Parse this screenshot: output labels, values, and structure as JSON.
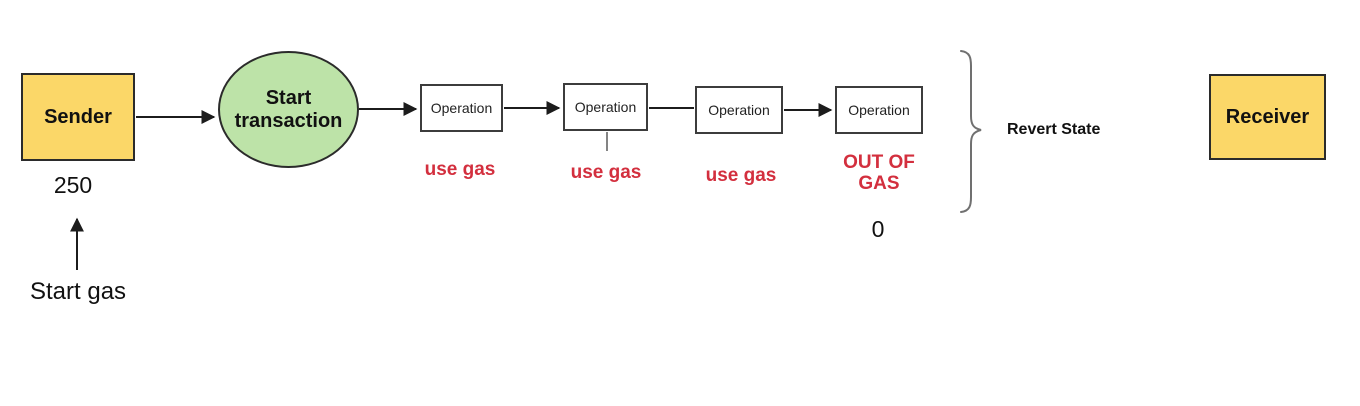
{
  "diagram": {
    "sender": {
      "label": "Sender",
      "start_gas_value": "250",
      "start_gas_caption": "Start gas"
    },
    "start_transaction": {
      "label": "Start transaction"
    },
    "operations": [
      {
        "label": "Operation",
        "gas_status": "use gas"
      },
      {
        "label": "Operation",
        "gas_status": "use gas"
      },
      {
        "label": "Operation",
        "gas_status": "use gas"
      },
      {
        "label": "Operation",
        "gas_status": "OUT OF GAS",
        "remaining_gas": "0"
      }
    ],
    "revert_state": {
      "label": "Revert State"
    },
    "receiver": {
      "label": "Receiver"
    },
    "colors": {
      "node_fill_yellow": "#FBD768",
      "node_fill_green": "#BDE3A8",
      "status_red": "#D32F3E",
      "edge": "#1C1C1C",
      "brace": "#707070"
    }
  }
}
